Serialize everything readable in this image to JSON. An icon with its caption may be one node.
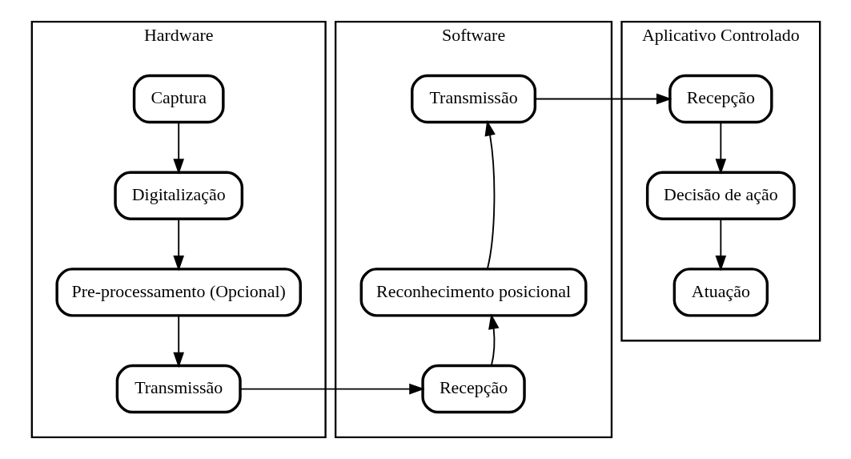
{
  "diagram": {
    "nodes": [
      {
        "text": [
          "Hardware"
        ]
      },
      {
        "text": [
          "Captura"
        ],
        "in": 0
      },
      {
        "text": [
          "Digitalização"
        ],
        "in": 0
      },
      {
        "text": [
          "Pre-processamento (Opcional)"
        ],
        "in": 0
      },
      {
        "text": [
          "Transmissão"
        ],
        "in": 0
      },
      {
        "text": [
          "Software"
        ]
      },
      {
        "text": [
          "Transmissão"
        ],
        "in": 5
      },
      {
        "text": [
          "Reconhecimento posicional"
        ],
        "in": 5
      },
      {
        "text": [
          "Recepção"
        ],
        "in": 5
      },
      {
        "text": [
          "Aplicativo Controlado"
        ]
      },
      {
        "text": [
          "Recepção"
        ],
        "in": 9
      },
      {
        "text": [
          "Decisão de ação"
        ],
        "in": 9
      },
      {
        "text": [
          "Atuação"
        ],
        "in": 9
      }
    ],
    "edges": [
      {
        "from": 1,
        "to": 2,
        "arrow": "to"
      },
      {
        "from": 2,
        "to": 3,
        "arrow": "to"
      },
      {
        "from": 3,
        "to": 4,
        "arrow": "to"
      },
      {
        "from": 4,
        "to": 8,
        "arrow": "to"
      },
      {
        "from": 8,
        "to": 7,
        "arrow": "to"
      },
      {
        "from": 7,
        "to": 6,
        "arrow": "to"
      },
      {
        "from": 6,
        "to": 10,
        "arrow": "to"
      },
      {
        "from": 10,
        "to": 11,
        "arrow": "to"
      },
      {
        "from": 11,
        "to": 12,
        "arrow": "to"
      }
    ]
  }
}
